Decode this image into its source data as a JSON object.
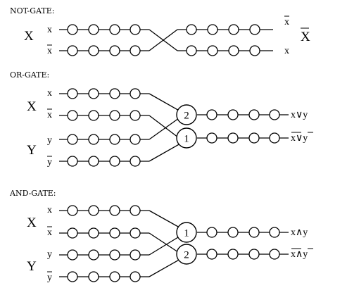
{
  "not_gate": {
    "title": "NOT-GATE:",
    "input_var": "X",
    "in_top": "x",
    "in_bottom": "x",
    "out_top": "x",
    "out_bottom": "x",
    "output_var": "X"
  },
  "or_gate": {
    "title": "OR-GATE:",
    "var_x": "X",
    "var_y": "Y",
    "in_labels": [
      "x",
      "x",
      "y",
      "y"
    ],
    "gate_top": "2",
    "gate_bottom": "1",
    "out_top": "x∨y",
    "out_bottom": "x∨y"
  },
  "and_gate": {
    "title": "AND-GATE:",
    "var_x": "X",
    "var_y": "Y",
    "in_labels": [
      "x",
      "x",
      "y",
      "y"
    ],
    "gate_top": "1",
    "gate_bottom": "2",
    "out_top": "x∧y",
    "out_bottom": "x∧y"
  }
}
